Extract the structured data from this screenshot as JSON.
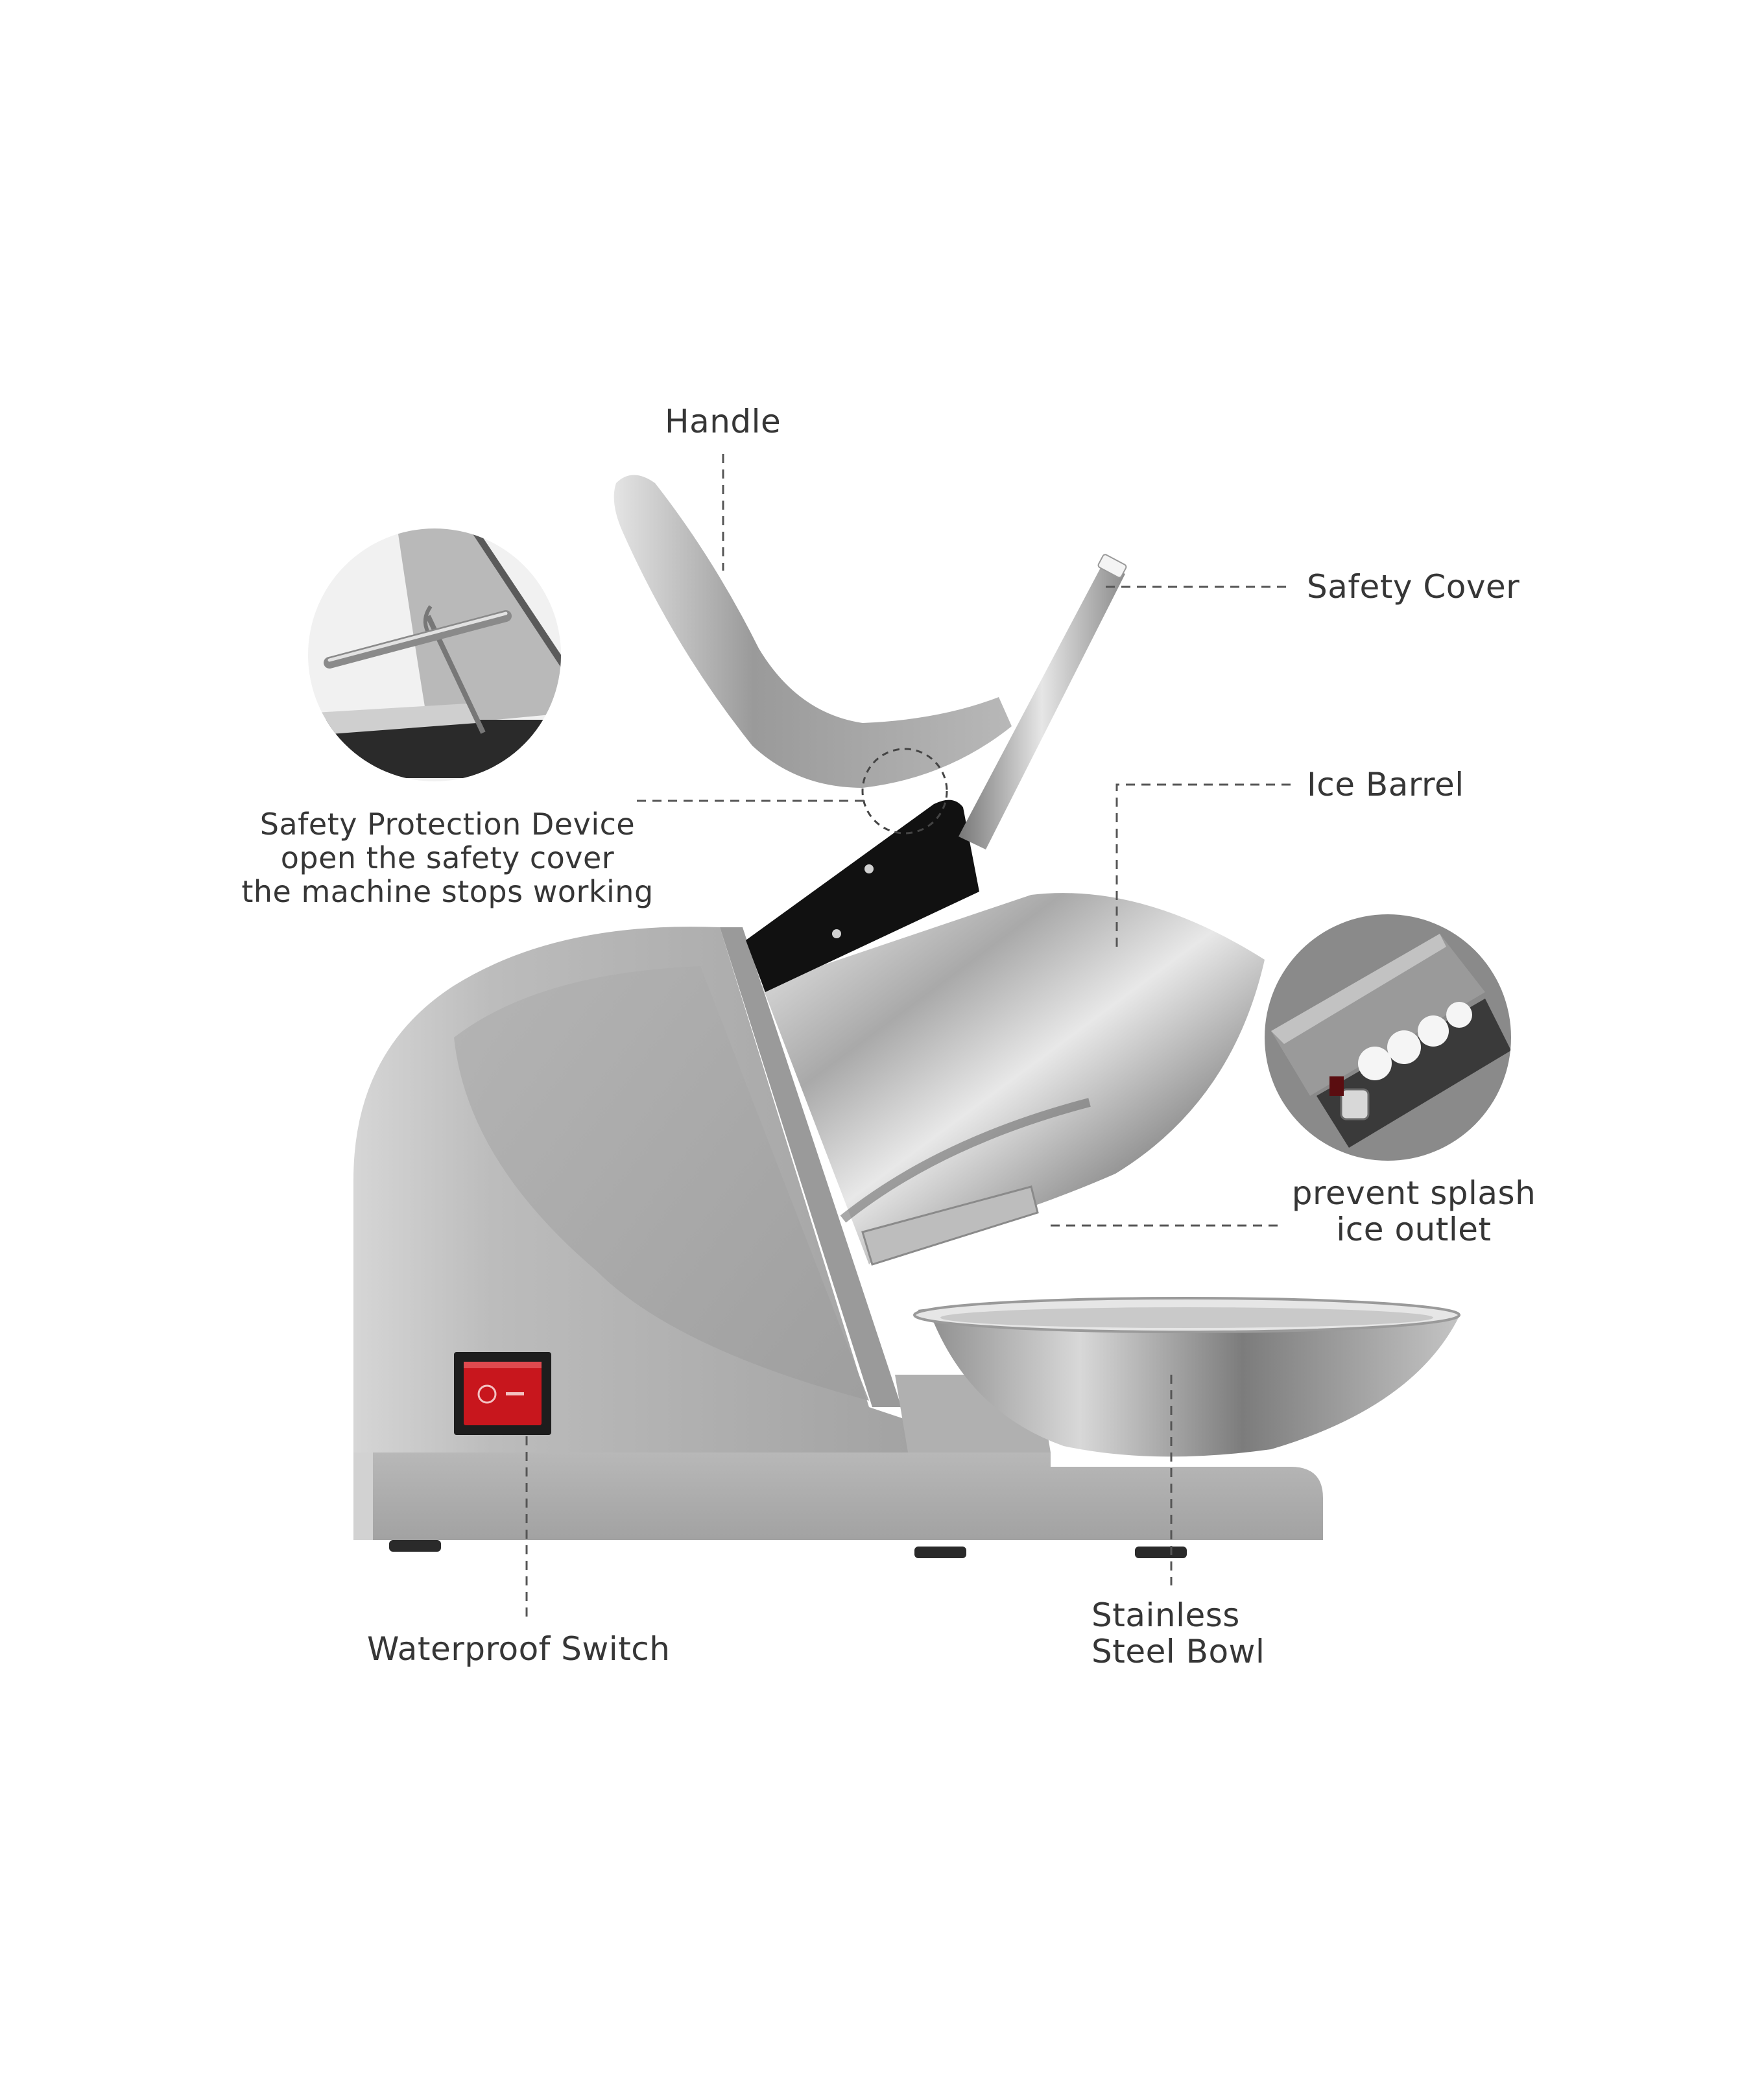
{
  "image": {
    "subject": "Electric ice shaver / snow cone machine, side view with callouts",
    "colors": {
      "background": "#ffffff",
      "label_text": "#363636",
      "leader_line": "#555555",
      "body_grey": "#a8a8a8",
      "steel": "#c9c9c9",
      "blade_black": "#111111",
      "switch_red": "#c8161d"
    }
  },
  "callouts": {
    "handle": {
      "label": "Handle"
    },
    "safety_cover": {
      "label": "Safety Cover"
    },
    "ice_barrel": {
      "label": "Ice Barrel"
    },
    "safety_protection": {
      "lines": [
        "Safety Protection Device",
        "open the safety cover",
        "the machine stops working"
      ]
    },
    "ice_outlet": {
      "lines": [
        "prevent splash",
        "ice outlet"
      ]
    },
    "switch": {
      "label": "Waterproof Switch"
    },
    "bowl": {
      "lines": [
        "Stainless",
        "Steel Bowl"
      ]
    }
  },
  "switch_symbols": {
    "off": "O",
    "on": "—"
  }
}
